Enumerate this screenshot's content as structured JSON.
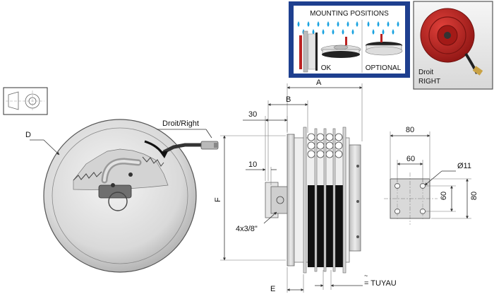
{
  "mounting_panel": {
    "title": "MOUNTING POSITIONS",
    "ok_label": "OK",
    "optional_label": "OPTIONAL"
  },
  "photo_panel": {
    "caption_line1": "Droit",
    "caption_line2": "RIGHT"
  },
  "front_view": {
    "direction_label": "Droit/Right",
    "diameter_label": "D"
  },
  "side_view": {
    "dim_a": "A",
    "dim_b": "B",
    "dim_30": "30",
    "dim_10": "10",
    "dim_f": "F",
    "dim_e": "E",
    "inlet_label": "4x3/8\"",
    "hose_label": "= TUYAU",
    "hose_symbol": "~"
  },
  "flange_view": {
    "dim_width": "80",
    "dim_hole_spacing": "60",
    "dim_hole_dia": "Ø11",
    "dim_hole_spacing_v": "60",
    "dim_height": "80"
  },
  "colors": {
    "panel_blue": "#1e3f8f",
    "reel_red": "#c0221f",
    "raindrop": "#1aa3e0",
    "steel_grey": "#c9c9c9"
  }
}
